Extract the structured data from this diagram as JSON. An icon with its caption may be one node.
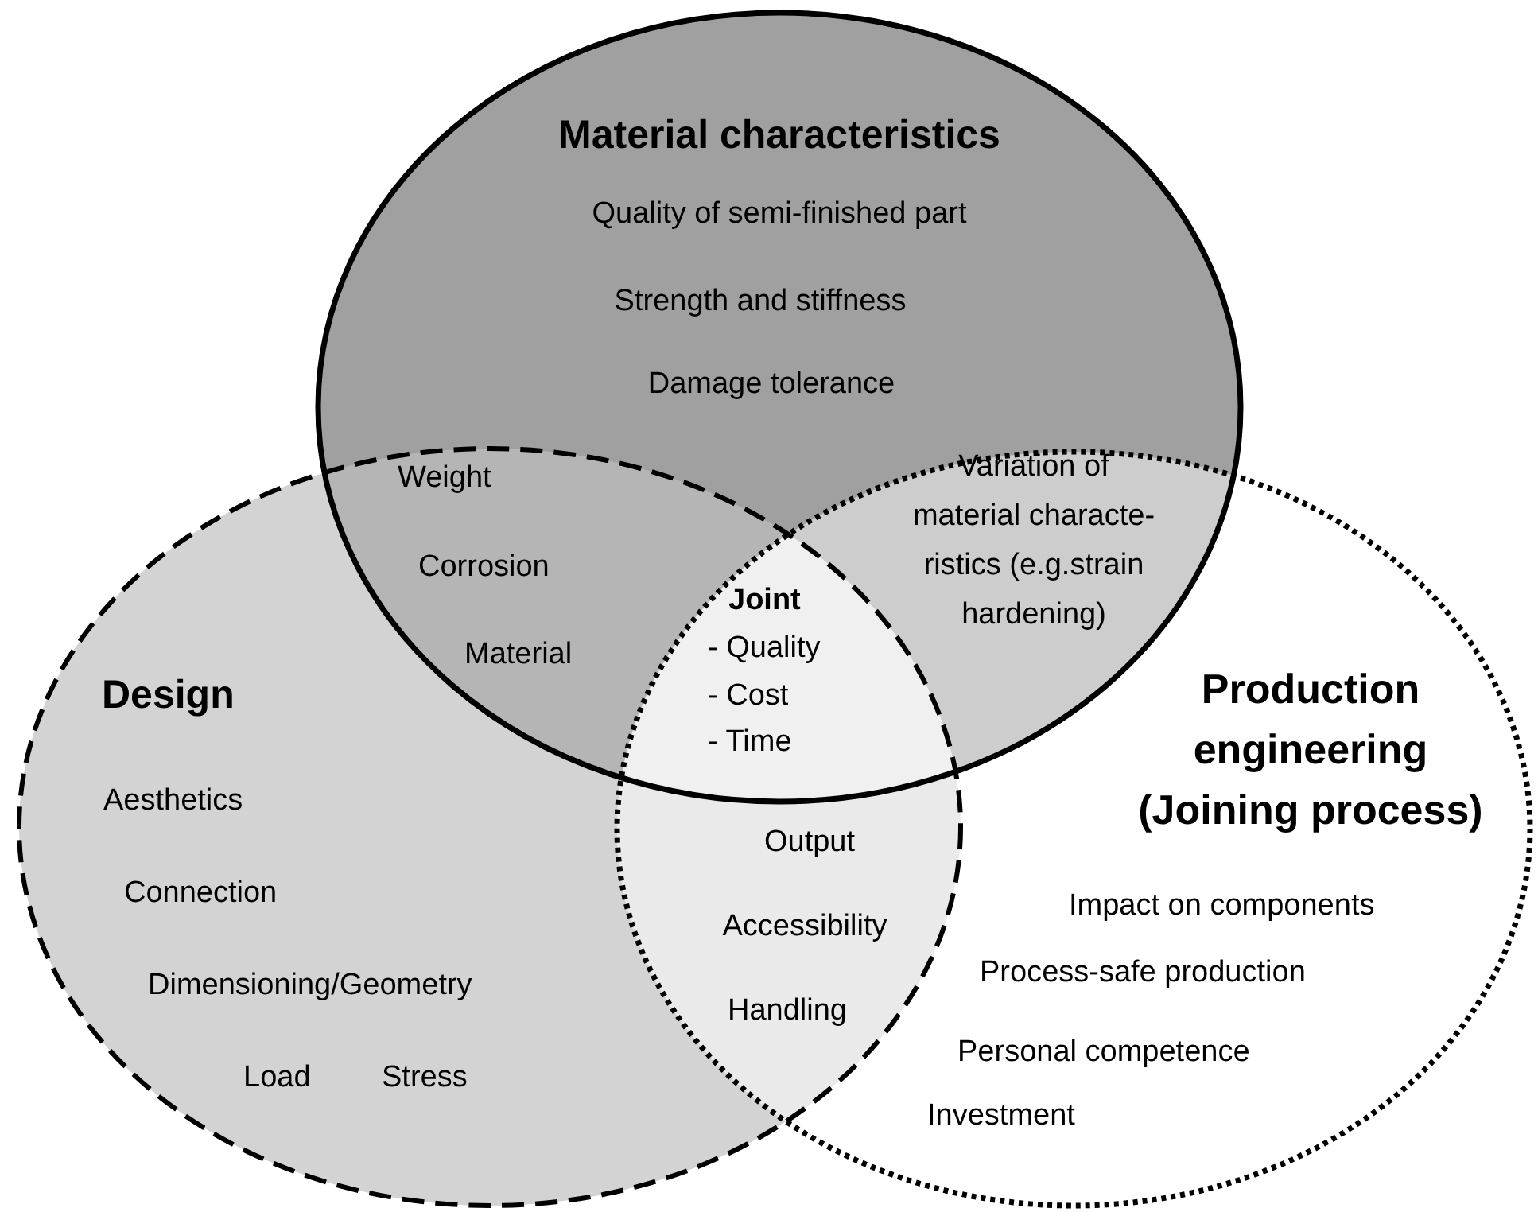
{
  "diagram": {
    "nodes": [
      {
        "text": [
          "Material characteristics",
          "Quality of semi-finished part",
          "Strength and stiffness",
          "Damage tolerance"
        ]
      },
      {
        "text": [
          "Design",
          "Aesthetics",
          "Connection",
          "Dimensioning/Geometry",
          "Load",
          "Stress"
        ]
      },
      {
        "text": [
          "Production engineering (Joining process)",
          "Impact on components",
          "Process-safe production",
          "Personal competence",
          "Investment"
        ]
      }
    ],
    "labels": [
      "Weight",
      "Corrosion",
      "Material",
      "Variation of material characte- ristics (e.g.strain hardening)",
      "Joint",
      "- Quality",
      "- Cost",
      "- Time",
      "Output",
      "Accessibility",
      "Handling"
    ]
  }
}
